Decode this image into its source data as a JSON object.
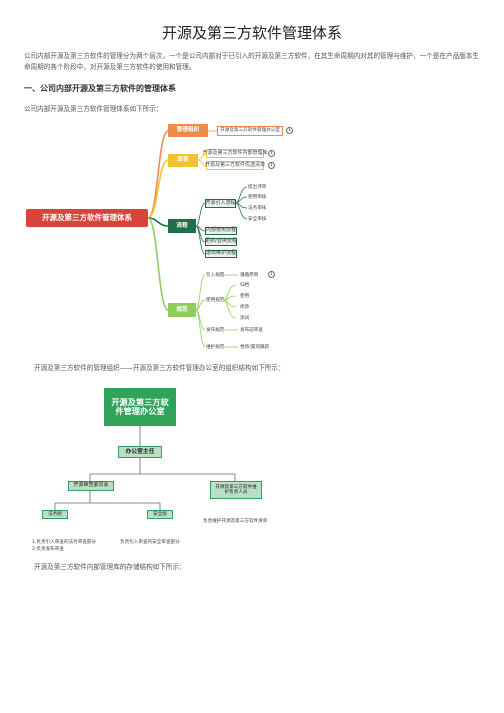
{
  "doc": {
    "title": "开源及第三方软件管理体系",
    "intro": "公司内部开源及第三方软件的管理分为两个层次，一个是公司内部对于已引入的开源及第三方软件，在其生命周期内对其的管理与维护，一个是在产品版本生命周期的各个阶段中，对开源及第三方软件的使用和管理。",
    "section1": "一、公司内部开源及第三方软件的管理体系",
    "caption1": "公司内部开源及第三方软件管理体系如下所示：",
    "caption2": "开源及第三方软件的管理组织——开源及第三方软件管理办公室的组织结构如下所示：",
    "caption3": "开源及第三方软件内部管理库的存储结构如下所示："
  },
  "mindmap": {
    "root": "开源及第三方软件管理体系",
    "branches": {
      "org": {
        "label": "管理组织",
        "color": "#ee8a4a",
        "leaf": "开源及第三方软件管理办公室",
        "badge": "1"
      },
      "lib": {
        "label": "库表",
        "color": "#f1c232",
        "leaves": [
          "开源及第三方软件内部管理库",
          "开源及第三方软件优选清单"
        ],
        "badges": [
          "1",
          "1"
        ]
      },
      "flow": {
        "label": "流程",
        "color": "#1e7048",
        "intro": "开源引入流程",
        "intro_children": [
          "提出评审",
          "使用审核",
          "法务审核",
          "安全审核"
        ],
        "others": [
          "内部使用流程",
          "更新/替换流程",
          "退出维护流程"
        ]
      },
      "norm": {
        "label": "规范",
        "color": "#8fce5a",
        "intro_spec": "引入规范",
        "intro_spec_child": "遵循原则",
        "intro_spec_badge": "1",
        "use_spec": "使用规范",
        "use_spec_children": [
          "归档",
          "使用",
          "修改",
          "测试"
        ],
        "release_spec": "发布规范",
        "release_spec_child": "发布前审查",
        "maint_spec": "维护规范",
        "maint_spec_child": "更新/漏洞跟踪"
      }
    }
  },
  "orgchart": {
    "top": "开源及第三方软件管理办公室",
    "director": "办公室主任",
    "committee": "开源审查委员会",
    "maintainer": "开源及第三方软件维护负责人员",
    "legal": "法务组",
    "security": "安全组",
    "maintainer_duty": "负责维护开源及第三方软件清单",
    "legal_duty_1": "1.负责引入审查的法务审查部分",
    "legal_duty_2": "2.负责发布审查",
    "security_duty": "负责引入审查的安全审查部分"
  }
}
